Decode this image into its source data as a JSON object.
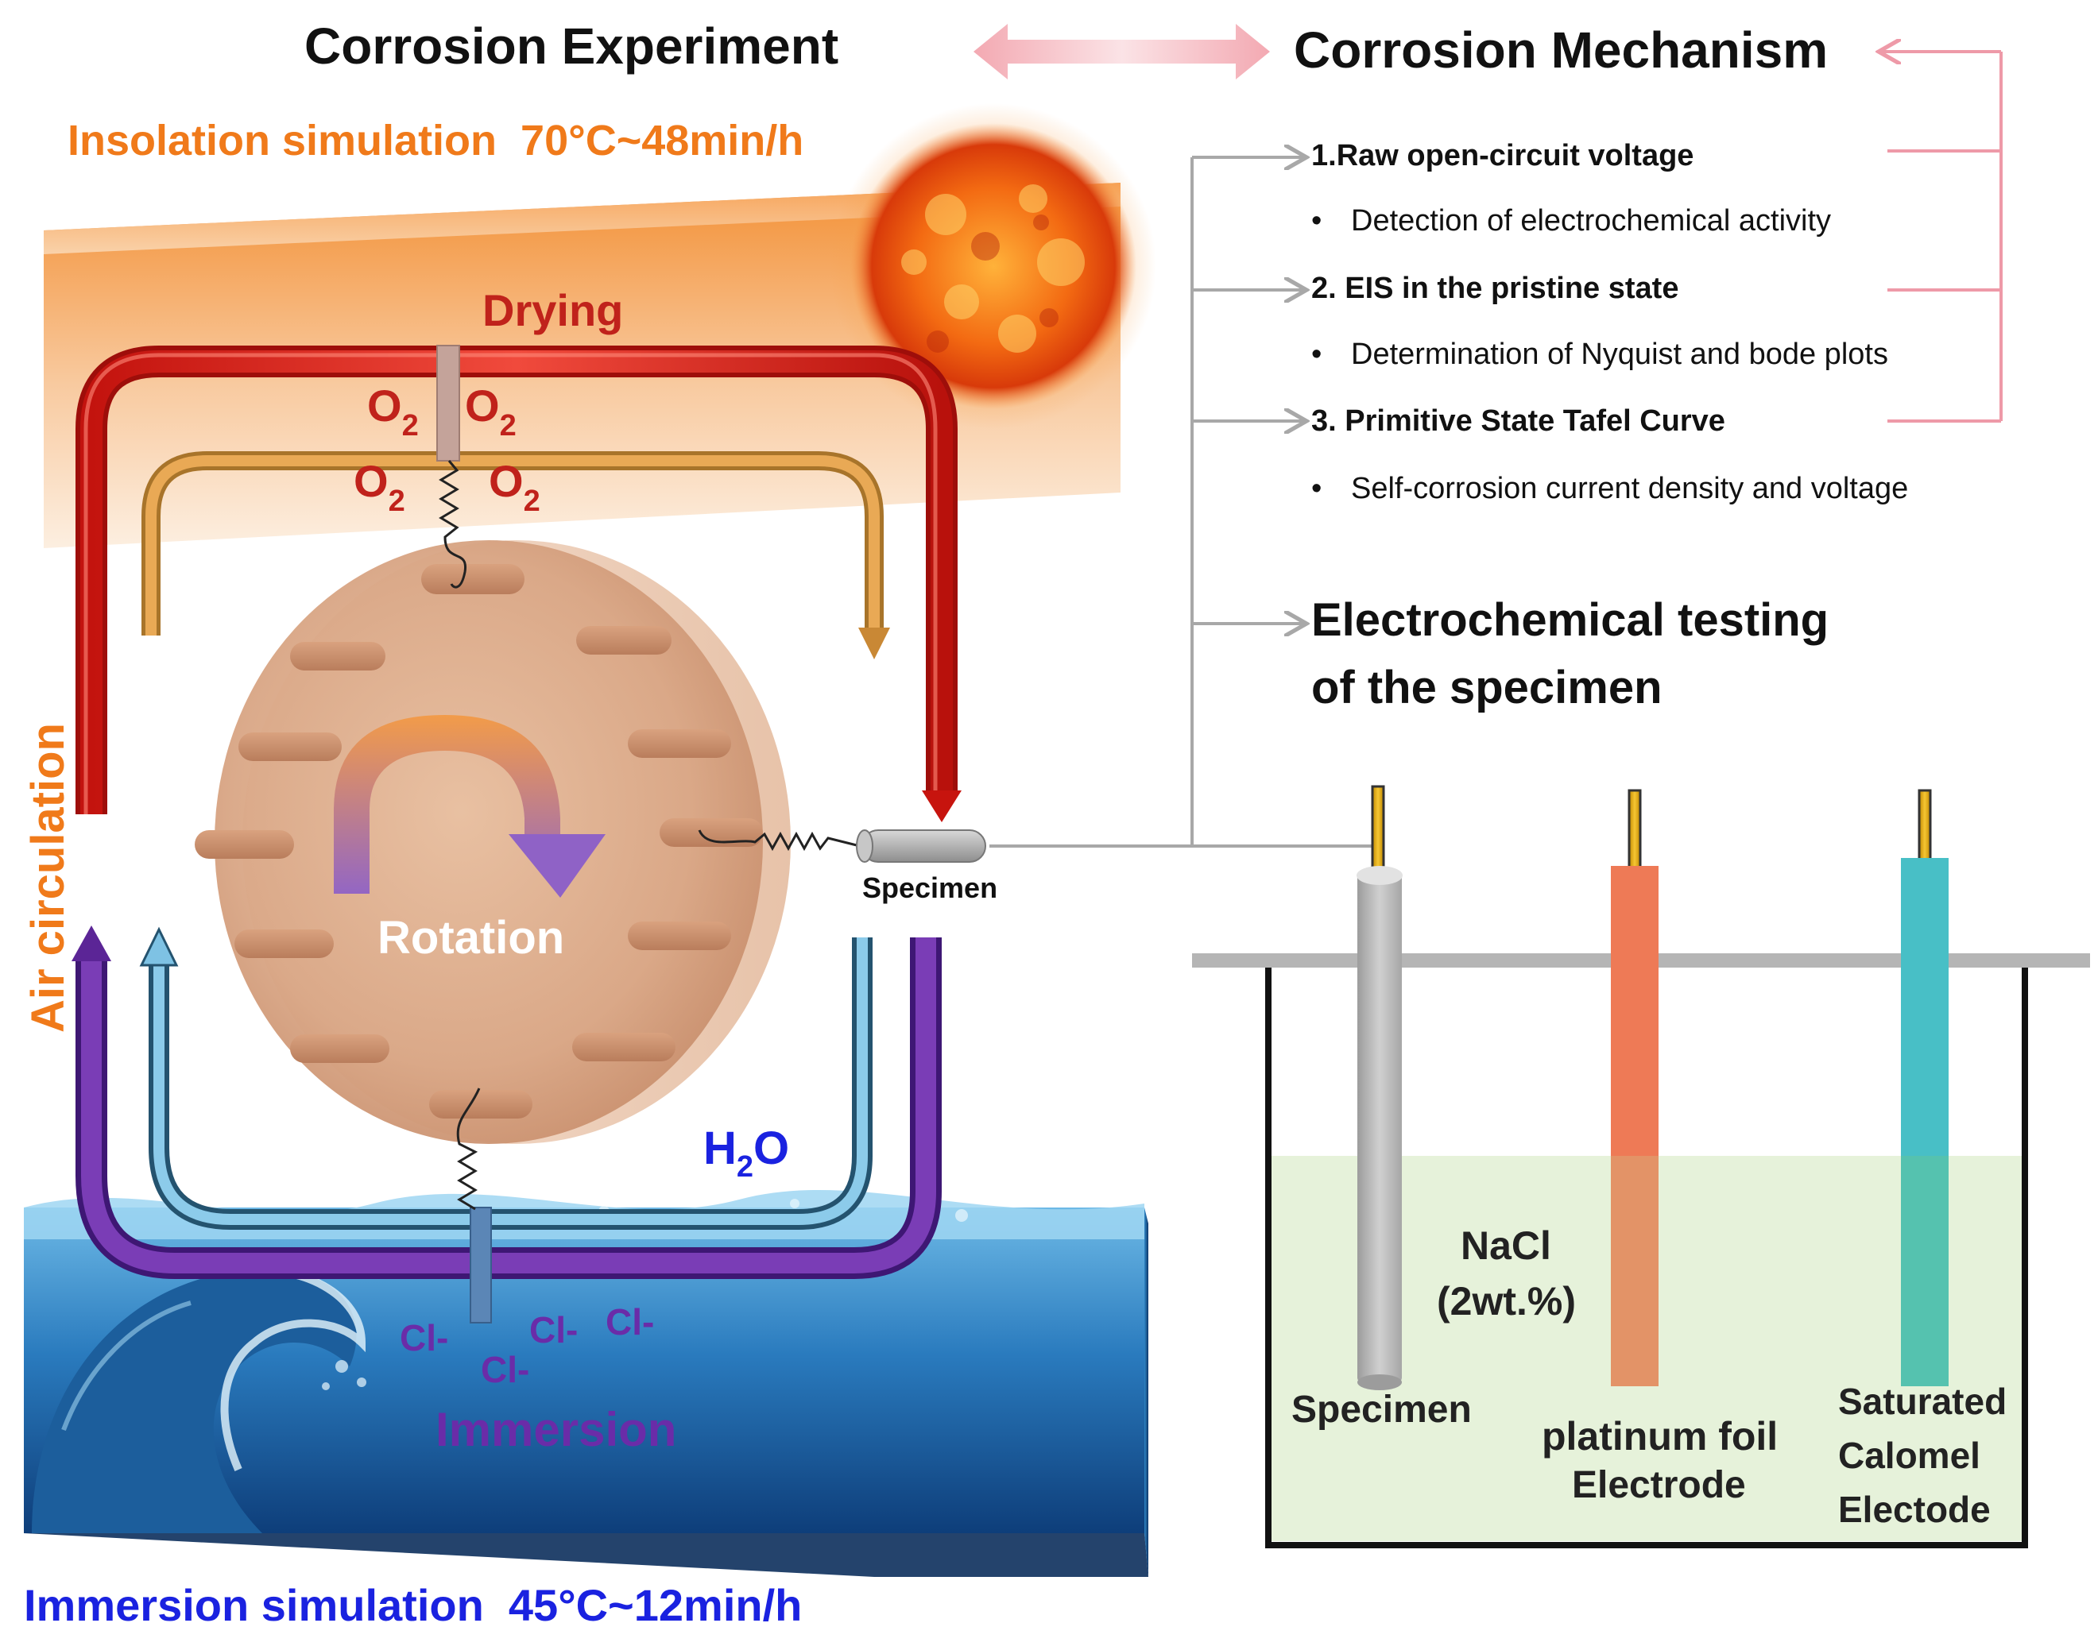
{
  "header": {
    "experiment_title": "Corrosion Experiment",
    "mechanism_title": "Corrosion Mechanism"
  },
  "left": {
    "insolation": "Insolation simulation  70°C~48min/h",
    "drying": "Drying",
    "oxygen_symbol": "O",
    "oxygen_subscript": "2",
    "rotation": "Rotation",
    "air_circulation": "Air circulation",
    "specimen": "Specimen",
    "water_main": "H",
    "water_subscript": "2",
    "water_tail": "O",
    "chloride": "Cl-",
    "immersion": "Immersion",
    "immersion_sim": "Immersion simulation  45°C~12min/h"
  },
  "mechanism": {
    "steps": [
      {
        "title": "1.Raw open-circuit voltage",
        "detail": "Detection of electrochemical activity"
      },
      {
        "title": "2. EIS in the pristine state",
        "detail": "Determination of Nyquist and bode plots"
      },
      {
        "title": "3. Primitive State Tafel Curve",
        "detail": "Self-corrosion current density and voltage"
      }
    ],
    "bullet": "•",
    "testing_line1": "Electrochemical testing",
    "testing_line2": "of the specimen"
  },
  "cell": {
    "electrolyte_line1": "NaCl",
    "electrolyte_line2": "(2wt.%)",
    "specimen_label": "Specimen",
    "platinum_line1": "platinum foil",
    "platinum_line2": "Electrode",
    "sce_line1": "Saturated",
    "sce_line2": "Calomel",
    "sce_line3": "Electode"
  },
  "colors": {
    "orange_text": "#F07A1A",
    "red_text": "#C0221B",
    "blue_text": "#1A22E0",
    "purple_text": "#6A2CA8",
    "pink_arrow": "#EE9AA8",
    "gray_arrow": "#A8A8A8",
    "solution": "#E6F2DA",
    "platinum_rod": "#EE7A56",
    "sce_rod": "#48BFC6",
    "specimen_rod": "#B9B9B9"
  }
}
